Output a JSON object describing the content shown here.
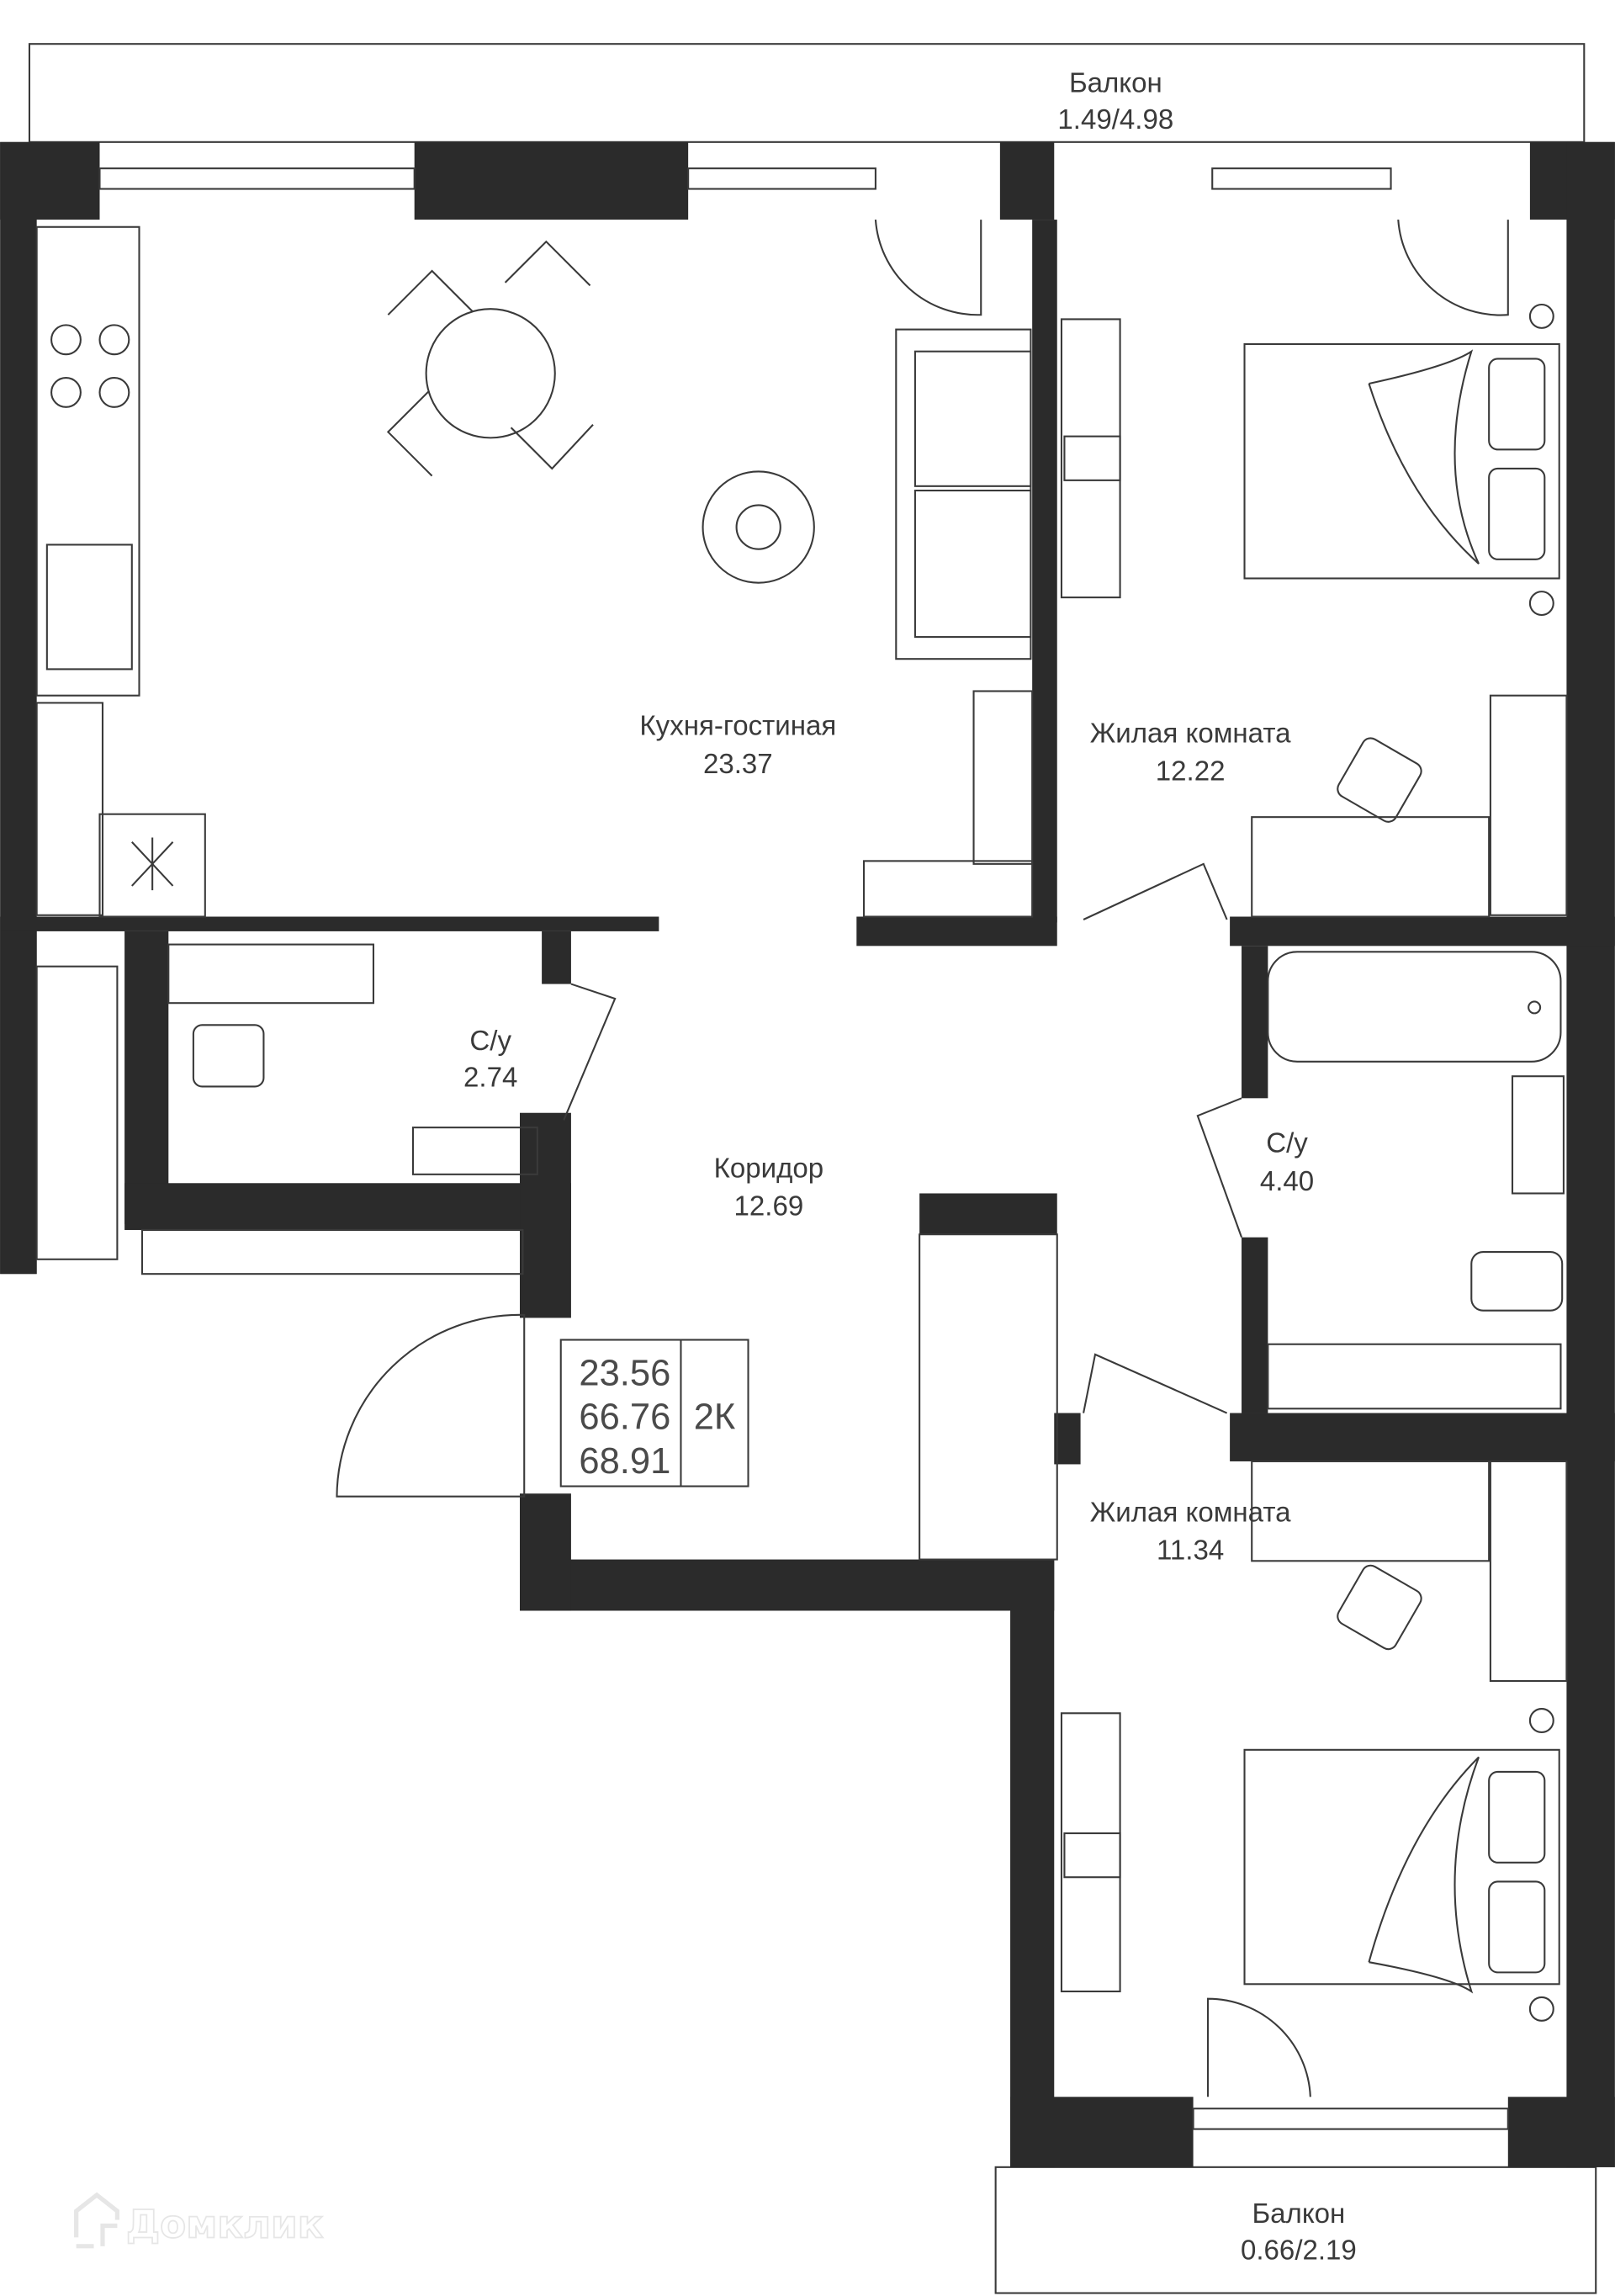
{
  "rooms": {
    "balcony_top": {
      "name": "Балкон",
      "area": "1.49/4.98"
    },
    "kitchen_living": {
      "name": "Кухня-гостиная",
      "area": "23.37"
    },
    "bedroom_1": {
      "name": "Жилая комната",
      "area": "12.22"
    },
    "bathroom_1": {
      "name": "С/у",
      "area": "2.74"
    },
    "corridor": {
      "name": "Коридор",
      "area": "12.69"
    },
    "bathroom_2": {
      "name": "С/у",
      "area": "4.40"
    },
    "bedroom_2": {
      "name": "Жилая комната",
      "area": "11.34"
    },
    "balcony_bottom": {
      "name": "Балкон",
      "area": "0.66/2.19"
    }
  },
  "summary": {
    "living_area": "23.56",
    "total_area": "66.76",
    "total_with_balcony": "68.91",
    "type": "2К"
  },
  "watermark": "Домклик",
  "colors": {
    "wall": "#2b2b2b",
    "line": "#3a3a3a"
  }
}
